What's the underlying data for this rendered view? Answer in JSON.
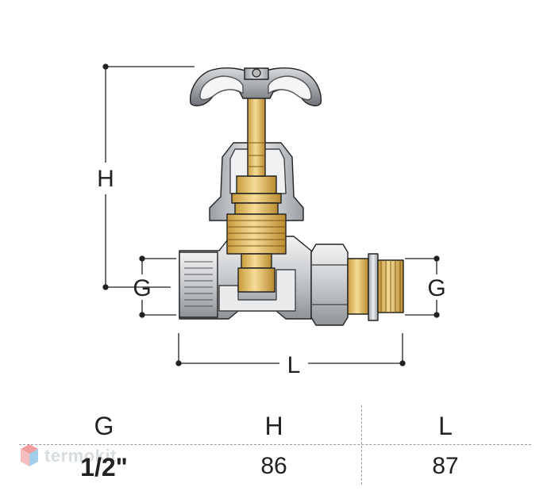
{
  "drawing": {
    "dim_height": "H",
    "dim_length": "L",
    "dim_thread_left": "G",
    "dim_thread_right": "G"
  },
  "table": {
    "headers": [
      "G",
      "H",
      "L"
    ],
    "values": [
      "1/2\"",
      "86",
      "87"
    ]
  },
  "watermark": {
    "text": "termokit",
    "logo_icon": "cube-logo-icon",
    "logo_colors": [
      "#e84e4e",
      "#5aa7d8"
    ]
  },
  "colors": {
    "brass": "#e6c474",
    "chrome": "#c9ccd0",
    "dark_chrome": "#8d9196",
    "line": "#222222"
  }
}
